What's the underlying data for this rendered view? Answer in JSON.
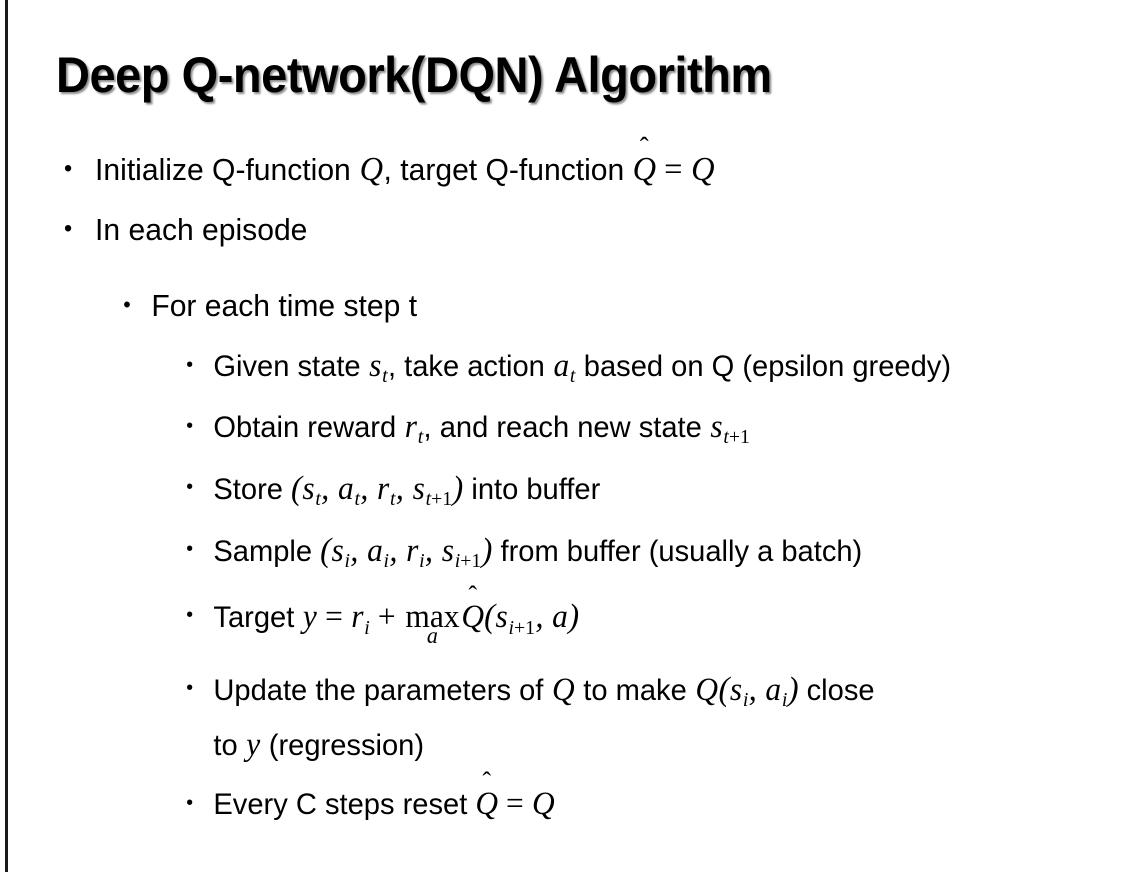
{
  "slide": {
    "title": "Deep Q-network(DQN) Algorithm",
    "background_color": "#ffffff",
    "text_color": "#000000",
    "edge_bar_color": "#1a1a1a",
    "bullet_marker": "•"
  },
  "content": {
    "level1": [
      {
        "id": "initialize",
        "plain": "Initialize Q-function Q, target Q-function Q̂ = Q",
        "parts": {
          "pre": "Initialize Q-function ",
          "var_q1": "Q",
          "mid": ", target Q-function ",
          "qhat": "Q",
          "hat": "̂",
          "equals": " = ",
          "var_q2": "Q"
        }
      },
      {
        "id": "in-each-episode",
        "plain": "In each episode"
      }
    ],
    "level2": [
      {
        "id": "for-each-time-step",
        "plain": "For each time step t"
      }
    ],
    "level3": [
      {
        "id": "given-state",
        "plain": "Given state s_t, take action a_t based on Q (epsilon greedy)",
        "parts": {
          "p1": "Given state ",
          "v1": "s",
          "v1sub": "t",
          "p2": ", take action ",
          "v2": "a",
          "v2sub": "t",
          "p3": " based on Q (epsilon greedy)"
        }
      },
      {
        "id": "obtain-reward",
        "plain": "Obtain reward r_t, and reach new state s_{t+1}",
        "parts": {
          "p1": "Obtain reward ",
          "v1": "r",
          "v1sub": "t",
          "p2": ", and reach new state ",
          "v2": "s",
          "v2sub_base": "t",
          "v2sub_up": "+1"
        }
      },
      {
        "id": "store-into-buffer",
        "plain": "Store (s_t, a_t, r_t, s_{t+1}) into buffer",
        "parts": {
          "p1": "Store ",
          "open": "(",
          "v1": "s",
          "v1sub": "t",
          "c1": ", ",
          "v2": "a",
          "v2sub": "t",
          "c2": ", ",
          "v3": "r",
          "v3sub": "t",
          "c3": ", ",
          "v4": "s",
          "v4sub_base": "t",
          "v4sub_up": "+1",
          "close": ")",
          "p2": " into buffer"
        }
      },
      {
        "id": "sample-from-buffer",
        "plain": "Sample (s_i, a_i, r_i, s_{i+1}) from buffer (usually a batch)",
        "parts": {
          "p1": "Sample ",
          "open": "(",
          "v1": "s",
          "v1sub": "i",
          "c1": ", ",
          "v2": "a",
          "v2sub": "i",
          "c2": ", ",
          "v3": "r",
          "v3sub": "i",
          "c3": ", ",
          "v4": "s",
          "v4sub_base": "i",
          "v4sub_up": "+1",
          "close": ")",
          "p2": " from buffer (usually a batch)"
        }
      },
      {
        "id": "target",
        "plain": "Target y = r_i + max_a Q̂(s_{i+1}, a)",
        "parts": {
          "p1": "Target ",
          "y": "y",
          "eq": " = ",
          "r": "r",
          "rsub": "i",
          "plus": " + ",
          "maxop": "max",
          "maxsub": "a",
          "qhat": "Q",
          "hat": "̂",
          "open": "(",
          "s": "s",
          "ssub_base": "i",
          "ssub_up": "+1",
          "comma": ", ",
          "a": "a",
          "close": ")"
        }
      },
      {
        "id": "update-parameters",
        "plain": "Update the parameters of Q to make Q(s_i, a_i) close to y (regression)",
        "parts": {
          "p1": "Update the parameters of ",
          "q1": "Q",
          "p2": " to make ",
          "q2": "Q",
          "open": "(",
          "s": "s",
          "ssub": "i",
          "comma": ", ",
          "a": "a",
          "asub": "i",
          "close": ")",
          "p3": " close to ",
          "y": "y",
          "p4": " (regression)"
        }
      },
      {
        "id": "every-c-steps",
        "plain": "Every C steps reset Q̂ = Q",
        "parts": {
          "p1": "Every C steps reset ",
          "qhat": "Q",
          "hat": "̂",
          "eq": " = ",
          "q2": "Q"
        }
      }
    ]
  }
}
